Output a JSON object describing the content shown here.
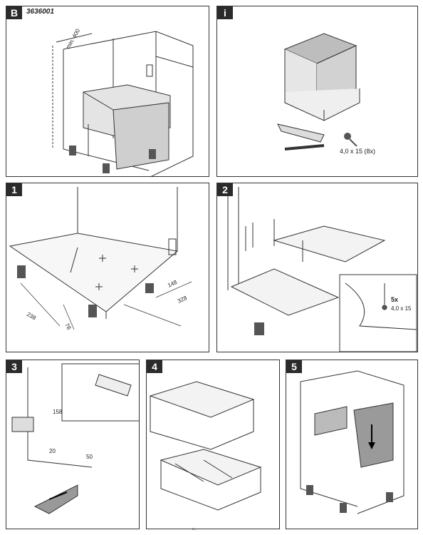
{
  "panels": {
    "b": {
      "badge": "B",
      "code": "3636001",
      "dim": "min. 400"
    },
    "i": {
      "badge": "i",
      "screw": "4,0 x 15 (8x)"
    },
    "s1": {
      "badge": "1",
      "d238": "238",
      "d78": "78",
      "d148": "148",
      "d328": "328"
    },
    "s2": {
      "badge": "2",
      "qty": "5x",
      "screw": "4,0 x 15"
    },
    "s3": {
      "badge": "3",
      "d158": "158",
      "d20": "20",
      "d50": "50"
    },
    "s4": {
      "badge": "4"
    },
    "s5": {
      "badge": "5"
    }
  },
  "footer": "²⁵"
}
